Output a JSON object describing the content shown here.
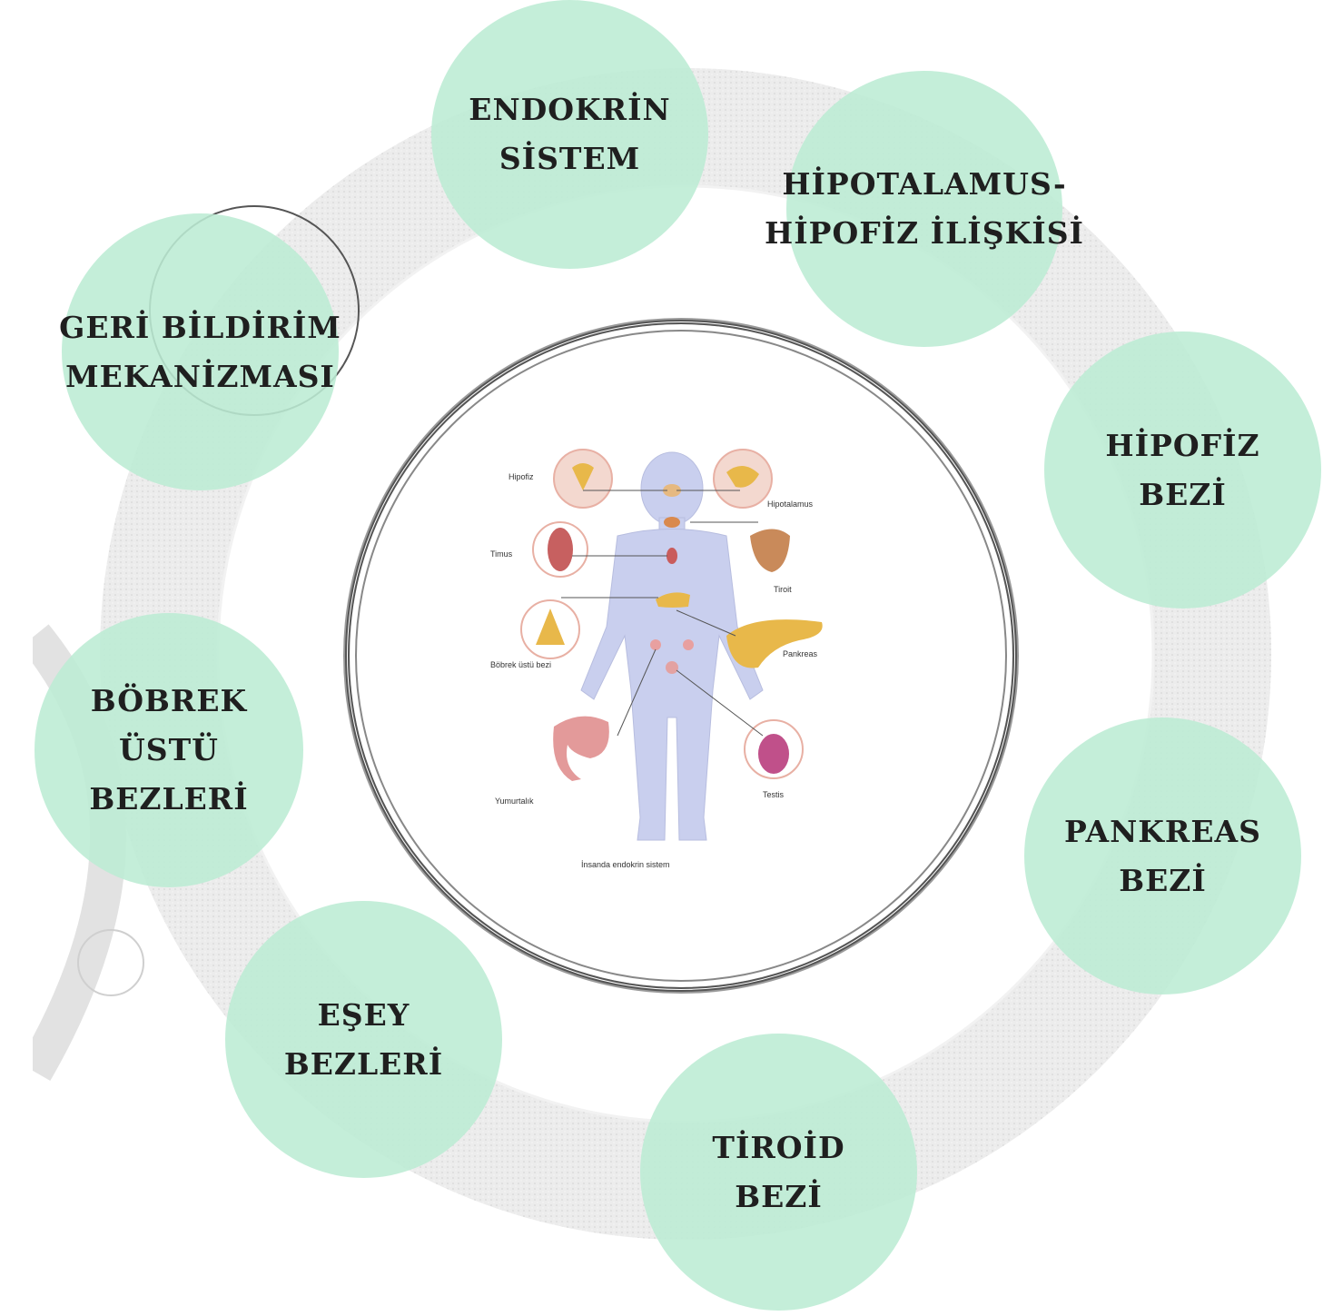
{
  "nodes": [
    {
      "id": "endokrin-sistem",
      "lines": [
        "ENDOKRİN",
        "SİSTEM"
      ]
    },
    {
      "id": "hipotalamus-hipofiz",
      "lines": [
        "HİPOTALAMUS-",
        "HİPOFİZ İLİŞKİSİ"
      ]
    },
    {
      "id": "hipofiz-bezi",
      "lines": [
        "HİPOFİZ",
        "BEZİ"
      ]
    },
    {
      "id": "pankreas-bezi",
      "lines": [
        "PANKREAS",
        "BEZİ"
      ]
    },
    {
      "id": "tiroid-bezi",
      "lines": [
        "TİROİD",
        "BEZİ"
      ]
    },
    {
      "id": "esey-bezleri",
      "lines": [
        "EŞEY",
        "BEZLERİ"
      ]
    },
    {
      "id": "bobrek-ustu-bezleri",
      "lines": [
        "BÖBREK",
        "ÜSTÜ",
        "BEZLERİ"
      ]
    },
    {
      "id": "geri-bildirim",
      "lines": [
        "GERİ BİLDİRİM",
        "MEKANİZMASI"
      ]
    }
  ],
  "figure": {
    "labels": {
      "hipofiz": "Hipofiz",
      "hipotalamus": "Hipotalamus",
      "timus": "Timus",
      "tiroid": "Tiroit",
      "bobrek_ustu": "Böbrek üstü bezi",
      "pankreas": "Pankreas",
      "yumurtalik": "Yumurtalık",
      "testis": "Testis",
      "caption": "İnsanda endokrin sistem"
    }
  },
  "colors": {
    "node_fill": "#bcecd4",
    "ring": "#e6e6e6",
    "body": "#c9cfee",
    "organ_orange": "#e8b84a",
    "organ_red": "#d98a8a"
  }
}
